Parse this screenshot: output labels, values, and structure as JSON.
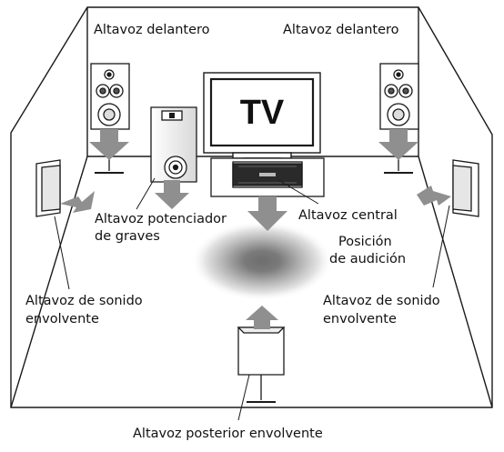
{
  "labels": {
    "front_left": "Altavoz delantero",
    "front_right": "Altavoz delantero",
    "tv": "TV",
    "subwoofer_line1": "Altavoz potenciador",
    "subwoofer_line2": "de graves",
    "center": "Altavoz central",
    "listening_line1": "Posición",
    "listening_line2": "de audición",
    "surround_left_line1": "Altavoz de sonido",
    "surround_left_line2": "envolvente",
    "surround_right_line1": "Altavoz de sonido",
    "surround_right_line2": "envolvente",
    "surround_back": "Altavoz posterior envolvente"
  },
  "colors": {
    "line": "#1a1a1a",
    "arrow": "#8f8f8f",
    "device_fill": "#ffffff",
    "listening_spot": "#6e6e6e"
  }
}
